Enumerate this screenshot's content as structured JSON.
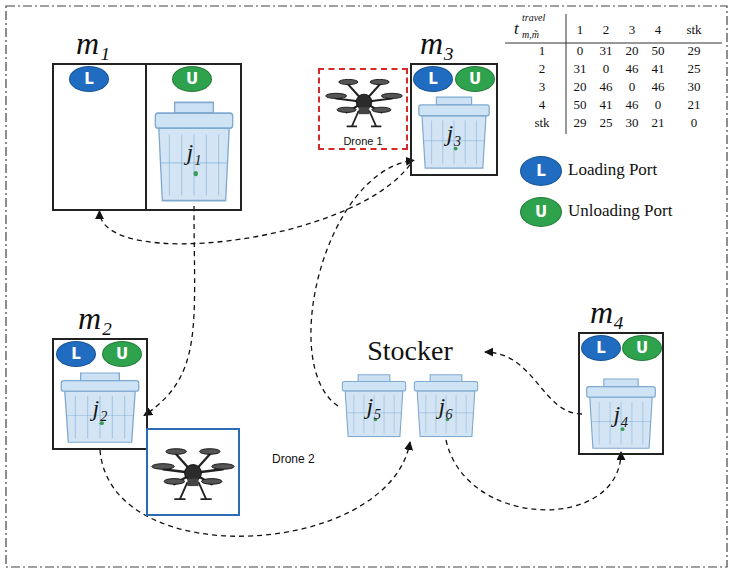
{
  "diagram": {
    "nodes": [
      {
        "text": [
          "m₁"
        ]
      },
      {
        "text": [
          "L"
        ],
        "in": 0
      },
      {
        "text": [
          "U"
        ],
        "in": 0
      },
      {
        "text": [
          "j₁"
        ],
        "in": 0
      },
      {
        "text": [
          "m₃"
        ]
      },
      {
        "text": [
          "L"
        ],
        "in": 4
      },
      {
        "text": [
          "U"
        ],
        "in": 4
      },
      {
        "text": [
          "j₃"
        ],
        "in": 4
      },
      {
        "text": [
          "Drone 1"
        ]
      },
      {
        "text": [
          "m₂"
        ]
      },
      {
        "text": [
          "L"
        ],
        "in": 9
      },
      {
        "text": [
          "U"
        ],
        "in": 9
      },
      {
        "text": [
          "j₂"
        ],
        "in": 9
      },
      {
        "text": [
          "Drone 2"
        ]
      },
      {
        "text": [
          "Stocker"
        ]
      },
      {
        "text": [
          "j₅"
        ],
        "in": 14
      },
      {
        "text": [
          "j₆"
        ],
        "in": 14
      },
      {
        "text": [
          "m₄"
        ]
      },
      {
        "text": [
          "L"
        ],
        "in": 17
      },
      {
        "text": [
          "U"
        ],
        "in": 17
      },
      {
        "text": [
          "j₄"
        ],
        "in": 17
      }
    ],
    "edges": [
      {
        "from": 4,
        "to": 0,
        "arrow": "to"
      },
      {
        "from": 3,
        "to": 12,
        "arrow": "to"
      },
      {
        "from": 9,
        "to": 14,
        "arrow": "to"
      },
      {
        "from": 15,
        "to": 7,
        "arrow": "to"
      },
      {
        "from": 20,
        "to": 14,
        "arrow": "to"
      },
      {
        "from": 16,
        "to": 20,
        "arrow": "to"
      }
    ],
    "labels": [
      "t",
      "travel",
      "m,m̃",
      "1",
      "2",
      "3",
      "4",
      "stk",
      "1",
      "0",
      "31",
      "20",
      "50",
      "29",
      "2",
      "31",
      "0",
      "46",
      "41",
      "25",
      "3",
      "20",
      "46",
      "0",
      "46",
      "30",
      "4",
      "50",
      "41",
      "46",
      "0",
      "21",
      "stk",
      "29",
      "25",
      "30",
      "21",
      "0",
      "L",
      "U"
    ],
    "legend": [
      {
        "text": "Loading Port",
        "color": "#1f6cc0"
      },
      {
        "text": "Unloading Port",
        "color": "#2ea24c"
      }
    ]
  }
}
